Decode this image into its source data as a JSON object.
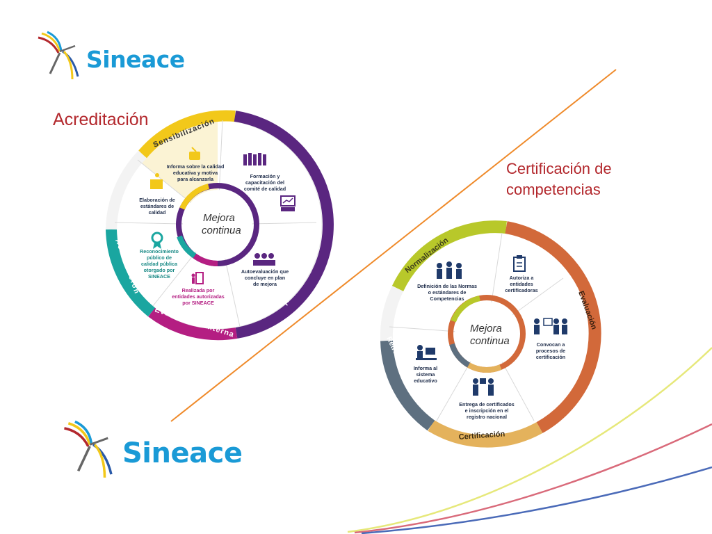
{
  "logos": {
    "top": "Sineace",
    "bottom": "Sineace"
  },
  "headings": {
    "acreditacion": "Acreditación",
    "certificacion_line1": "Certificación de",
    "certificacion_line2": "competencias"
  },
  "wheel_acreditacion": {
    "center_line1": "Mejora",
    "center_line2": "continua",
    "stages": {
      "sensibilizacion": "Sensibilización",
      "autoevaluacion": "Autoevaluación",
      "evaluacion_externa": "Evaluación Externa",
      "acreditacion": "Acreditación"
    },
    "items": {
      "informa": [
        "Informa sobre la calidad",
        "educativa y motiva",
        "para alcanzarla"
      ],
      "elaboracion": [
        "Elaboración de",
        "estándares de",
        "calidad"
      ],
      "formacion": [
        "Formación y",
        "capacitación del",
        "comité de calidad"
      ],
      "autoevaluacion": [
        "Autoevaluación que",
        "concluye en plan",
        "de mejora"
      ],
      "realizada": [
        "Realizada por",
        "entidades autorizadas",
        "por SINEACE"
      ],
      "reconocimiento": [
        "Reconocimiento",
        "público de",
        "calidad pública",
        "otorgado por",
        "SINEACE"
      ]
    },
    "colors": {
      "yellow": "#f2c81a",
      "purple": "#5a2680",
      "magenta": "#b41e82",
      "teal": "#1aa6a0"
    }
  },
  "wheel_certificacion": {
    "center_line1": "Mejora",
    "center_line2": "continua",
    "stages": {
      "normalizacion": "Normalización",
      "evaluacion": "Evaluación",
      "certificacion": "Certificación",
      "retroalimentacion": "Retroalimentación"
    },
    "items": {
      "definicion": [
        "Definición de las Normas",
        "o estándares de",
        "Competencias"
      ],
      "autoriza": [
        "Autoriza a",
        "entidades",
        "certificadoras"
      ],
      "convocan": [
        "Convocan a",
        "procesos de",
        "certificación"
      ],
      "entrega": [
        "Entrega de certificados",
        "e inscripción en el",
        "registro nacional"
      ],
      "informa": [
        "Informa al",
        "sistema",
        "educativo"
      ]
    },
    "colors": {
      "green": "#b8c82a",
      "orange": "#d2693a",
      "gold": "#e4b25c",
      "slate": "#5e7080"
    }
  },
  "decor_colors": {
    "orange_line": "#ef8a2a",
    "curve_yellow": "#e6e87a",
    "curve_red": "#d96a7a",
    "curve_blue": "#4a6ab8"
  }
}
